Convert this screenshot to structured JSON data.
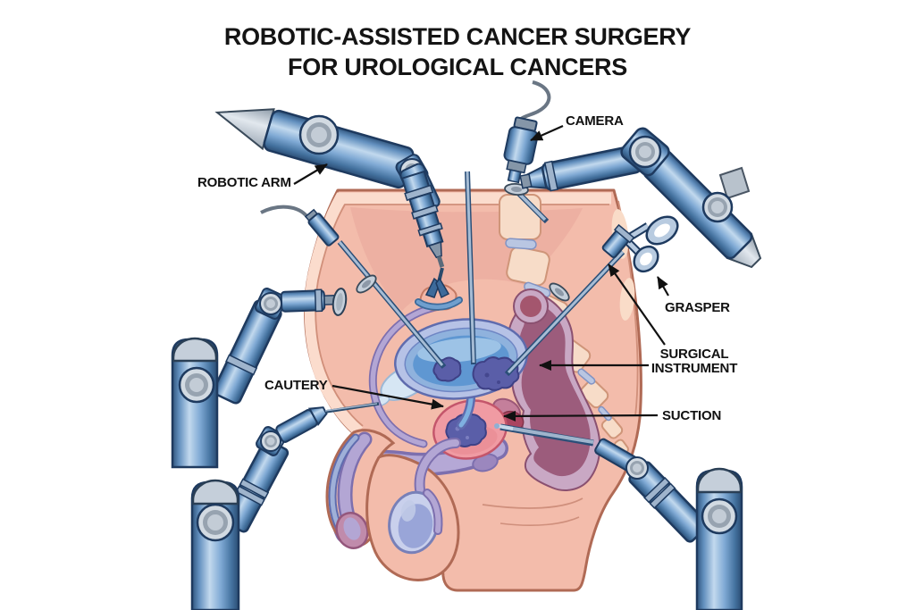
{
  "title": {
    "line1": "ROBOTIC-ASSISTED CANCER SURGERY",
    "line2": "FOR UROLOGICAL CANCERS"
  },
  "labels": {
    "camera": "CAMERA",
    "robotic_arm": "ROBOTIC ARM",
    "grasper": "GRASPER",
    "surgical_instrument": "SURGICAL INSTRUMENT",
    "suction": "SUCTION",
    "cautery": "CAUTERY"
  },
  "colors": {
    "background": "#ffffff",
    "body_skin": "#f3bcab",
    "body_outline": "#b06a55",
    "robot_arm_blue": "#6b9cca",
    "robot_outline": "#1e3a5f",
    "bladder_blue": "#5f97d2",
    "tumor_purple": "#5a5ea8",
    "prostate_pink": "#f09ba3",
    "rectum_mauve": "#9c5c7c",
    "bone": "#f7dcc8",
    "disc_blue": "#b9c6e2",
    "label_text": "#111111"
  }
}
